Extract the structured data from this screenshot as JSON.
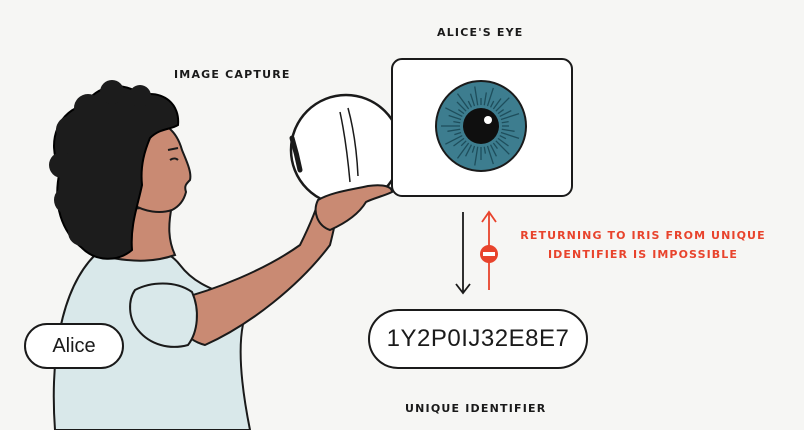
{
  "labels": {
    "alices_eye": "ALICE'S EYE",
    "image_capture": "IMAGE CAPTURE",
    "unique_identifier": "UNIQUE IDENTIFIER",
    "warning_line1": "RETURNING TO IRIS FROM UNIQUE",
    "warning_line2": "IDENTIFIER IS IMPOSSIBLE"
  },
  "identifier_value": "1Y2P0IJ32E8E7",
  "person_name": "Alice",
  "colors": {
    "background": "#f6f6f4",
    "warning": "#e8432c",
    "iris": "#3d7d8f",
    "skin": "#c98a73",
    "shirt": "#d9e8ea"
  },
  "icons": [
    "eye-icon",
    "orb-icon",
    "arrow-down-icon",
    "arrow-up-icon",
    "no-entry-icon"
  ]
}
